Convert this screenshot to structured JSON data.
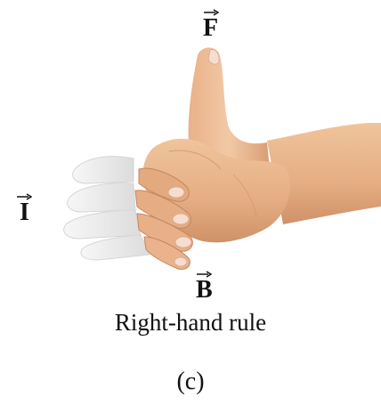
{
  "figure": {
    "labels": {
      "force": "F",
      "current": "I",
      "field": "B"
    },
    "caption": "Right-hand rule",
    "part": "(c)"
  },
  "colors": {
    "skin": "#e8b48a",
    "skin_shadow": "#c98c63",
    "skin_light": "#f3cfae",
    "fingers_ghost": "#e9e9e9",
    "nail": "#f6ddd0",
    "text": "#111111"
  }
}
